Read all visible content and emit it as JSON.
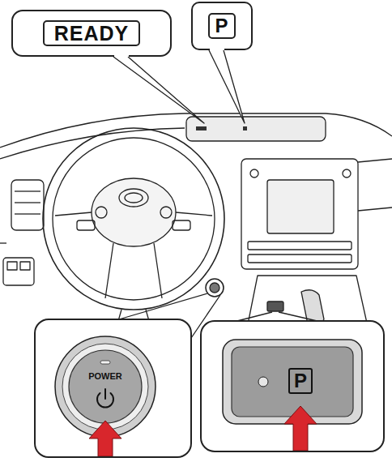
{
  "diagram": {
    "nodes": [
      {
        "text": [
          "READY"
        ]
      },
      {
        "text": [
          "P"
        ]
      },
      {
        "text": [
          "POWER"
        ]
      },
      {
        "text": [
          "P"
        ]
      }
    ]
  }
}
